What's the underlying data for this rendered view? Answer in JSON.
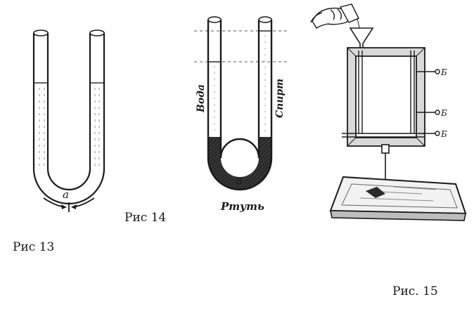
{
  "figures": {
    "fig13": {
      "caption": "Рис 13",
      "point_label": "a"
    },
    "fig14": {
      "caption": "Рис 14",
      "left_liquid": "Вода",
      "right_liquid": "Спирт",
      "bottom_liquid": "Ртуть",
      "point_label": "a"
    },
    "fig15": {
      "caption": "Рис. 15",
      "tap_labels": [
        "Б",
        "Б",
        "Б"
      ]
    }
  }
}
